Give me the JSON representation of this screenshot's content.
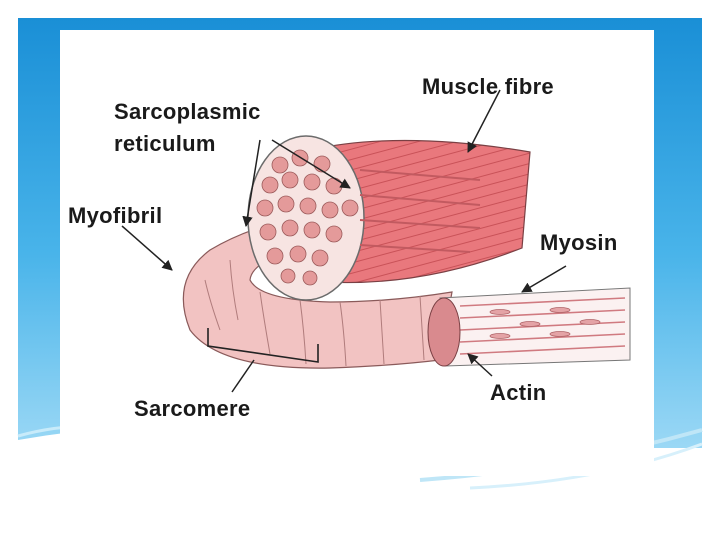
{
  "labels": {
    "muscle_fibre": "Muscle fibre",
    "sarcoplasmic_line1": "Sarcoplasmic",
    "sarcoplasmic_line2": "reticulum",
    "myofibril": "Myofibril",
    "myosin": "Myosin",
    "actin": "Actin",
    "sarcomere": "Sarcomere"
  },
  "colors": {
    "slide_blue": "#1e96d8",
    "slide_light_blue": "#8fd0f2",
    "fibre_red": "#e8787c",
    "fibre_pink": "#f2c2c0",
    "outline": "#555555"
  }
}
